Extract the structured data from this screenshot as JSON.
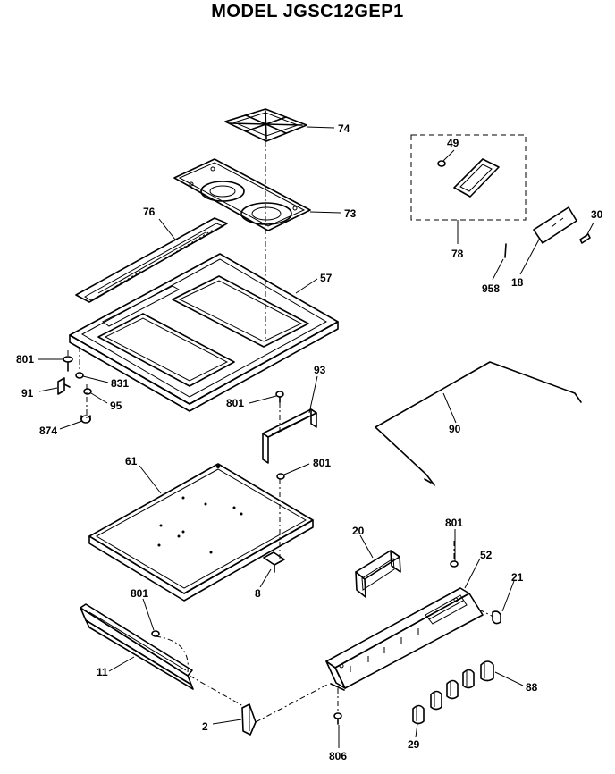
{
  "title": "MODEL JGSC12GEP1",
  "labels": {
    "p74": "74",
    "p73": "73",
    "p49": "49",
    "p78": "78",
    "p30": "30",
    "p76": "76",
    "p57": "57",
    "p958": "958",
    "p18": "18",
    "p801a": "801",
    "p831": "831",
    "p91": "91",
    "p95": "95",
    "p874": "874",
    "p93": "93",
    "p801b": "801",
    "p90": "90",
    "p61": "61",
    "p801c": "801",
    "p8": "8",
    "p20": "20",
    "p801d": "801",
    "p52": "52",
    "p21": "21",
    "p801e": "801",
    "p11": "11",
    "p88": "88",
    "p2": "2",
    "p29": "29",
    "p806": "806"
  }
}
